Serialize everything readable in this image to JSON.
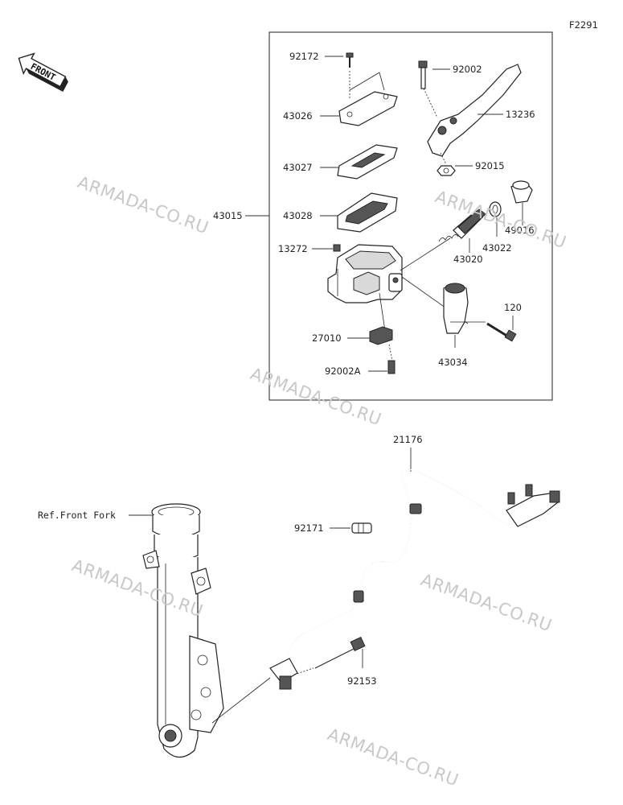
{
  "figure_code": "F2291",
  "front_label": "FRONT",
  "watermark": "ARMADA-CO.RU",
  "parts": {
    "p92172": "92172",
    "p43026": "43026",
    "p43027": "43027",
    "p43028": "43028",
    "p43015": "43015",
    "p13272": "13272",
    "p27010": "27010",
    "p92002A": "92002A",
    "p92002": "92002",
    "p13236": "13236",
    "p92015": "92015",
    "p49016": "49016",
    "p43022": "43022",
    "p43020": "43020",
    "p120": "120",
    "p43034": "43034",
    "p21176": "21176",
    "p92171": "92171",
    "p92153": "92153",
    "ref_front_fork": "Ref.Front Fork"
  }
}
